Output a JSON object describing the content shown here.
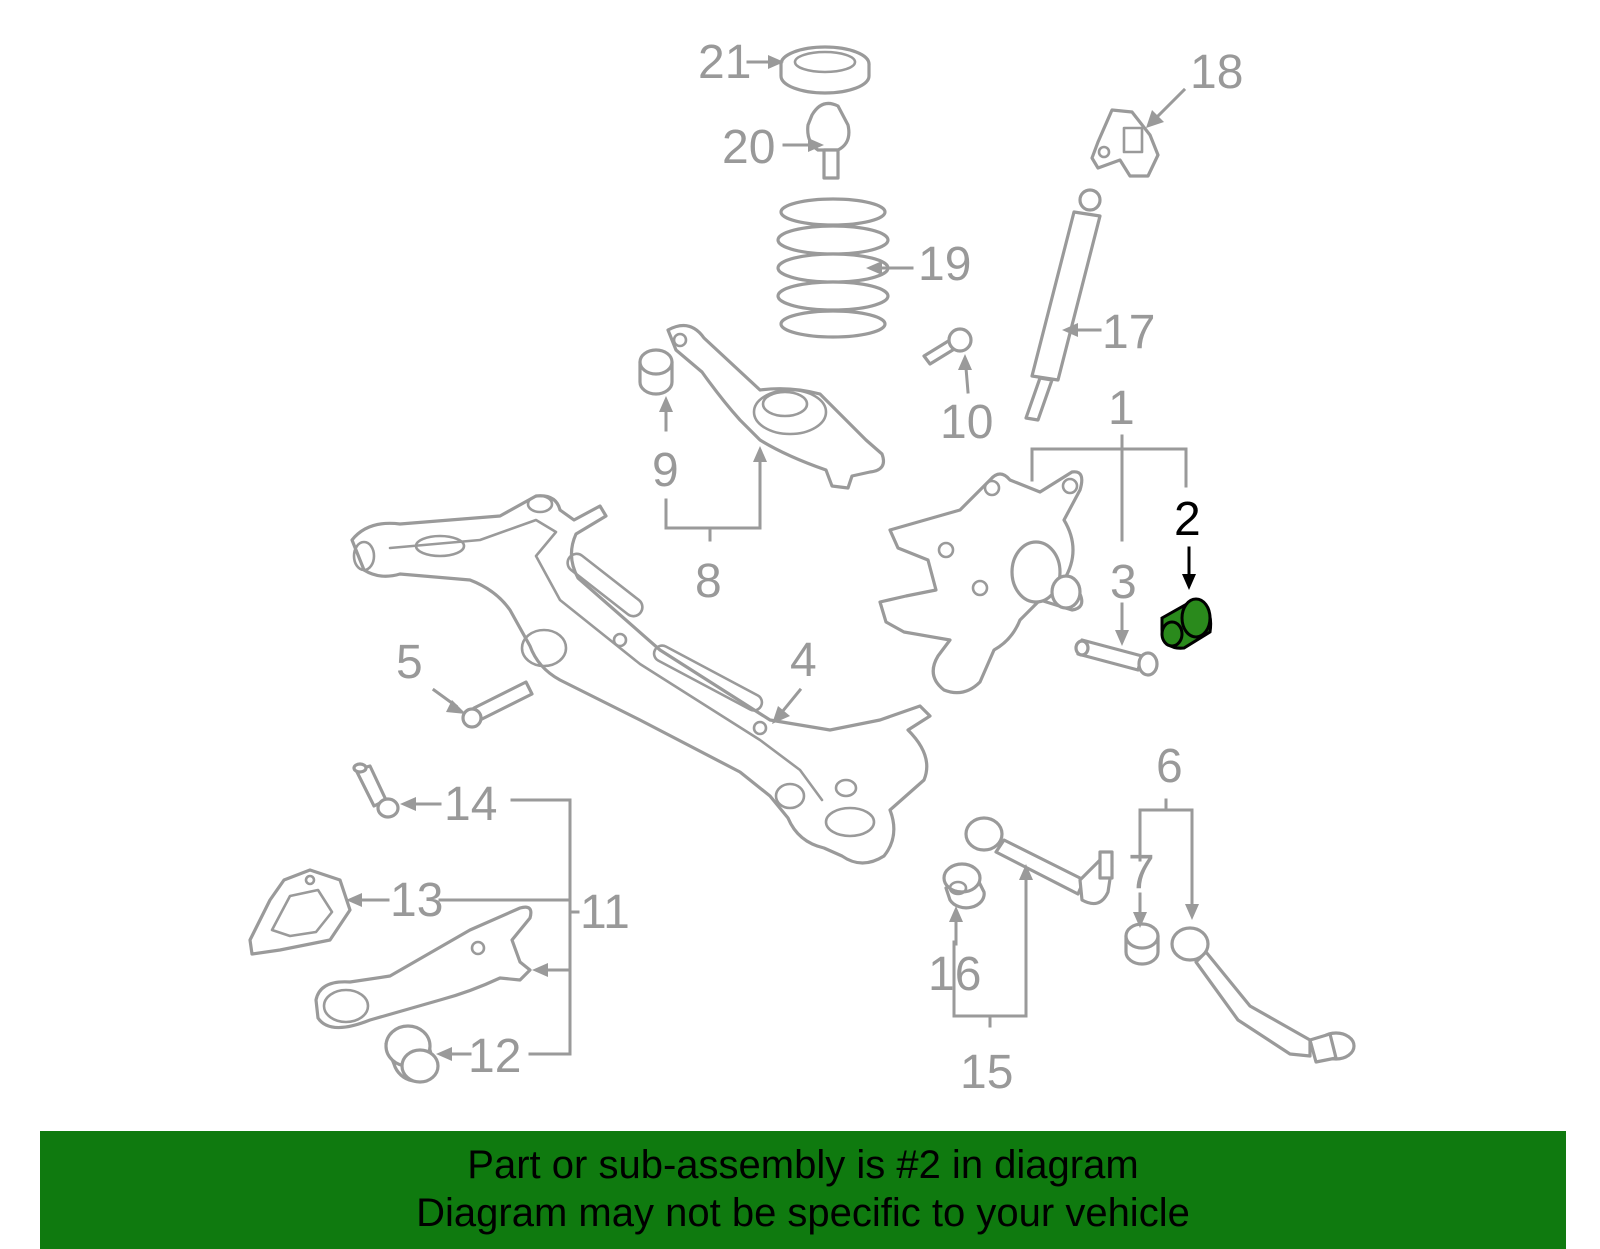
{
  "callouts": {
    "n1": "1",
    "n2": "2",
    "n3": "3",
    "n4": "4",
    "n5": "5",
    "n6": "6",
    "n7": "7",
    "n8": "8",
    "n9": "9",
    "n10": "10",
    "n11": "11",
    "n12": "12",
    "n13": "13",
    "n14": "14",
    "n15": "15",
    "n16": "16",
    "n17": "17",
    "n18": "18",
    "n19": "19",
    "n20": "20",
    "n21": "21"
  },
  "highlighted_part": "2",
  "colors": {
    "banner_bg": "#0f7a0f",
    "highlight_part": "#2a8a1c",
    "line_gray": "#9a9a9a"
  },
  "banner": {
    "line1": "Part or sub-assembly is #2 in diagram",
    "line2": "Diagram may not be specific to your vehicle"
  }
}
